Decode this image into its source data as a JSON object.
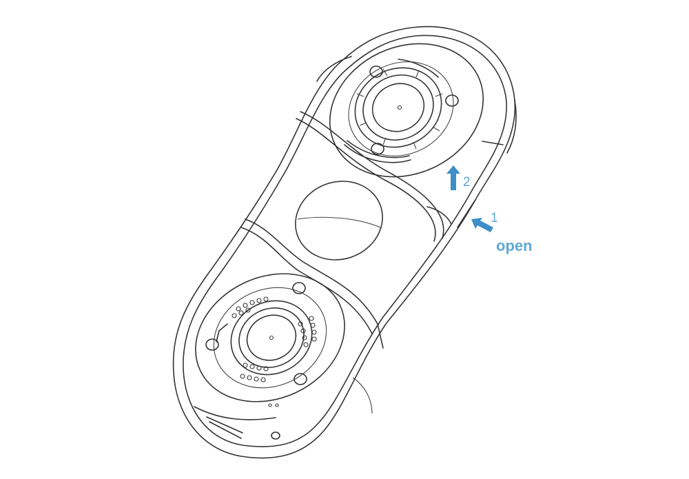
{
  "annotations": {
    "step1": "1",
    "step2": "2",
    "open": "open"
  },
  "colors": {
    "line": "#333333",
    "arrow": "#3d8ec7",
    "label": "#5fa7d6"
  }
}
